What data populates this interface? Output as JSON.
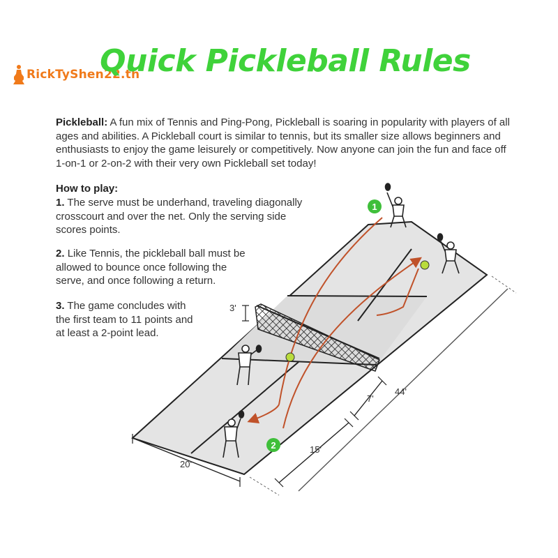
{
  "watermark": {
    "text": "RickTyShen22.th",
    "icon": "pawn-icon",
    "color": "#f07a1a"
  },
  "title": "Quick Pickleball Rules",
  "intro": {
    "lead": "Pickleball:",
    "text": " A fun mix of Tennis and Ping-Pong, Pickleball is soaring in popularity with players of all ages and abilities. A Pickleball court is similar to tennis, but its smaller size allows beginners and enthusiasts to enjoy the game leisurely or competitively. Now anyone can join the fun and face off 1-on-1 or 2-on-2 with their very own Pickleball set today!"
  },
  "how_to_play": "How to play:",
  "rules": [
    {
      "num": "1.",
      "lines": [
        "The serve must be underhand, traveling diagonally",
        "crosscourt and over the net. Only the serving side",
        "scores points."
      ]
    },
    {
      "num": "2.",
      "lines": [
        "Like Tennis, the pickleball ball must be",
        "allowed to bounce once following the",
        "serve, and once following a return."
      ]
    },
    {
      "num": "3.",
      "lines": [
        "The game concludes with",
        "the first team to 11 points and",
        "at least a 2-point lead."
      ]
    }
  ],
  "diagram": {
    "markers": [
      "1",
      "2"
    ],
    "dimensions": {
      "net_height": "3'",
      "length": "44'",
      "kitchen": "7'",
      "service": "15'",
      "width": "20'"
    },
    "colors": {
      "court": "#e4e4e4",
      "ball": "#b9dc3c",
      "path": "#c0522a",
      "marker": "#3fbf3a"
    }
  }
}
